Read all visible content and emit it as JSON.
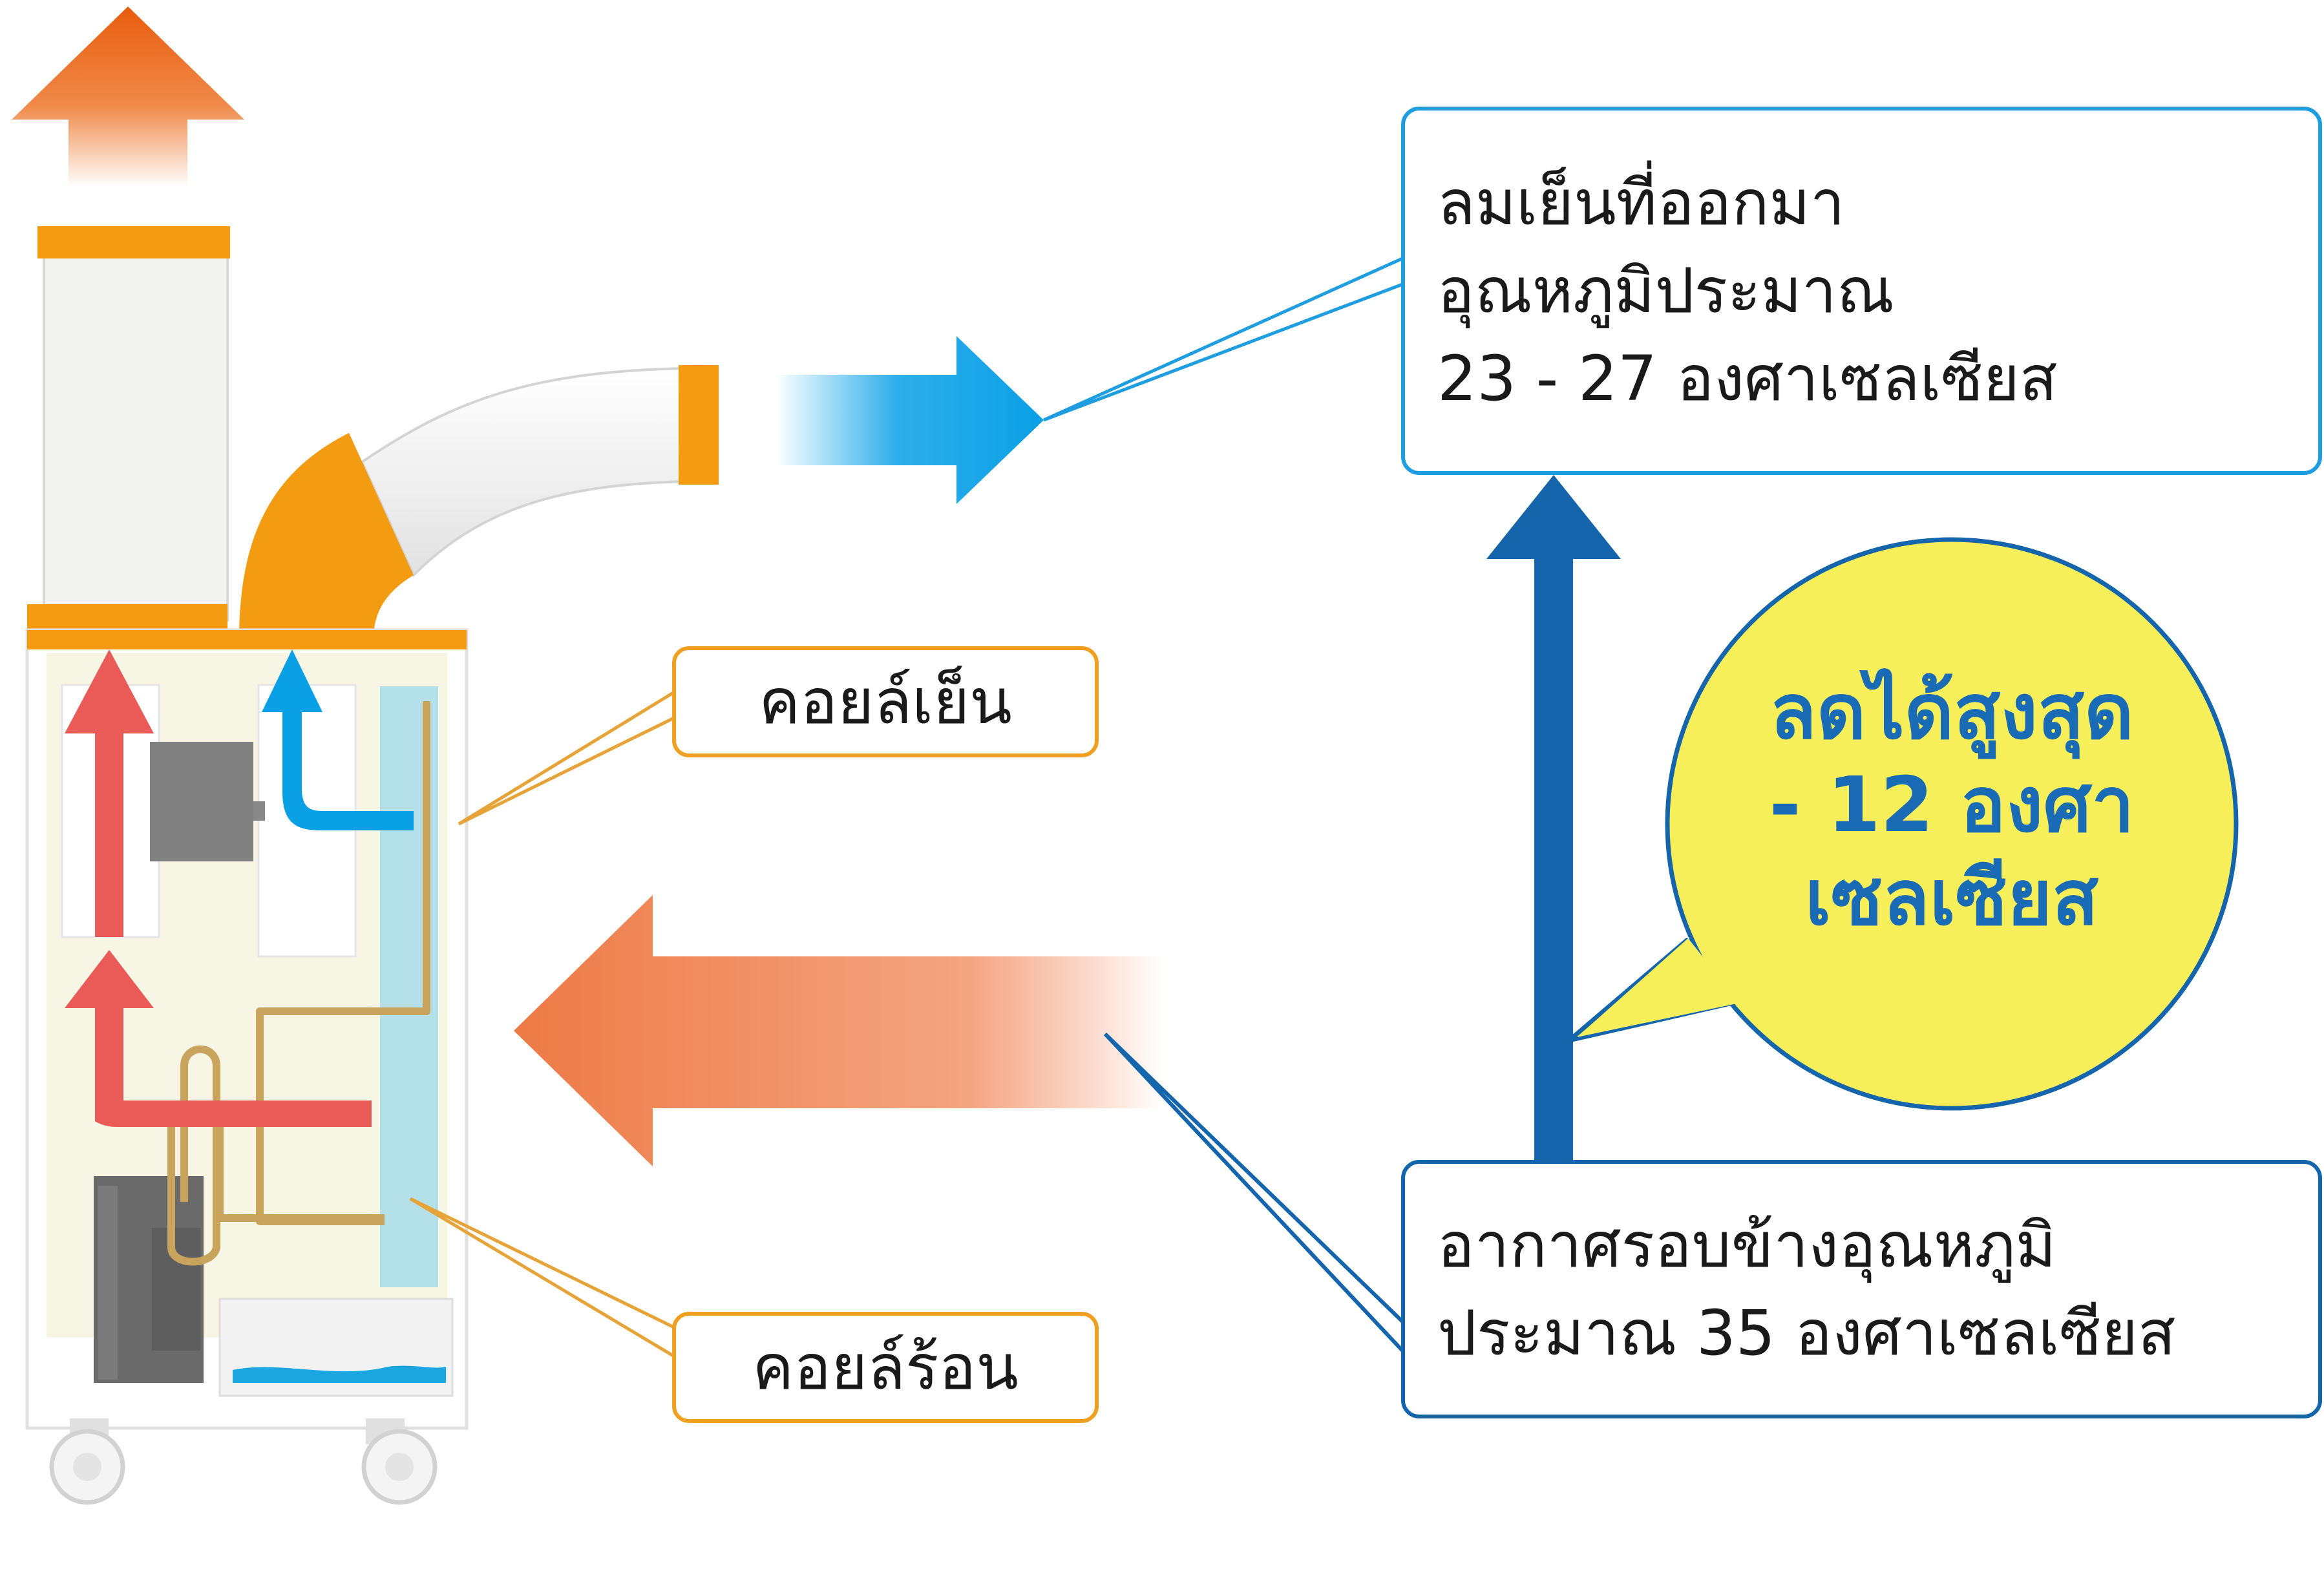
{
  "labels": {
    "cool_coil": "คอยล์เย็น",
    "hot_coil": "คอยล์ร้อน"
  },
  "outlet_box": {
    "lines": [
      "ลมเย็นที่ออกมา",
      "อุณหภูมิประมาณ",
      "23 - 27 องศาเซลเซียส"
    ]
  },
  "ambient_box": {
    "lines": [
      "อากาศรอบข้างอุณหภูมิ",
      "ประมาณ 35 องศาเซลเซียส"
    ]
  },
  "callout": {
    "lines": [
      "ลดได้สูงสุด",
      "- 12 องศา",
      "เซลเซียส"
    ]
  },
  "colors": {
    "hot_air": "#e85c0d",
    "cool_air": "#0aa0e6",
    "accent_orange": "#f39c12",
    "navy": "#1565ad",
    "callout_fill": "#f7ef5a",
    "coil_cool": "#b4e0ea"
  }
}
